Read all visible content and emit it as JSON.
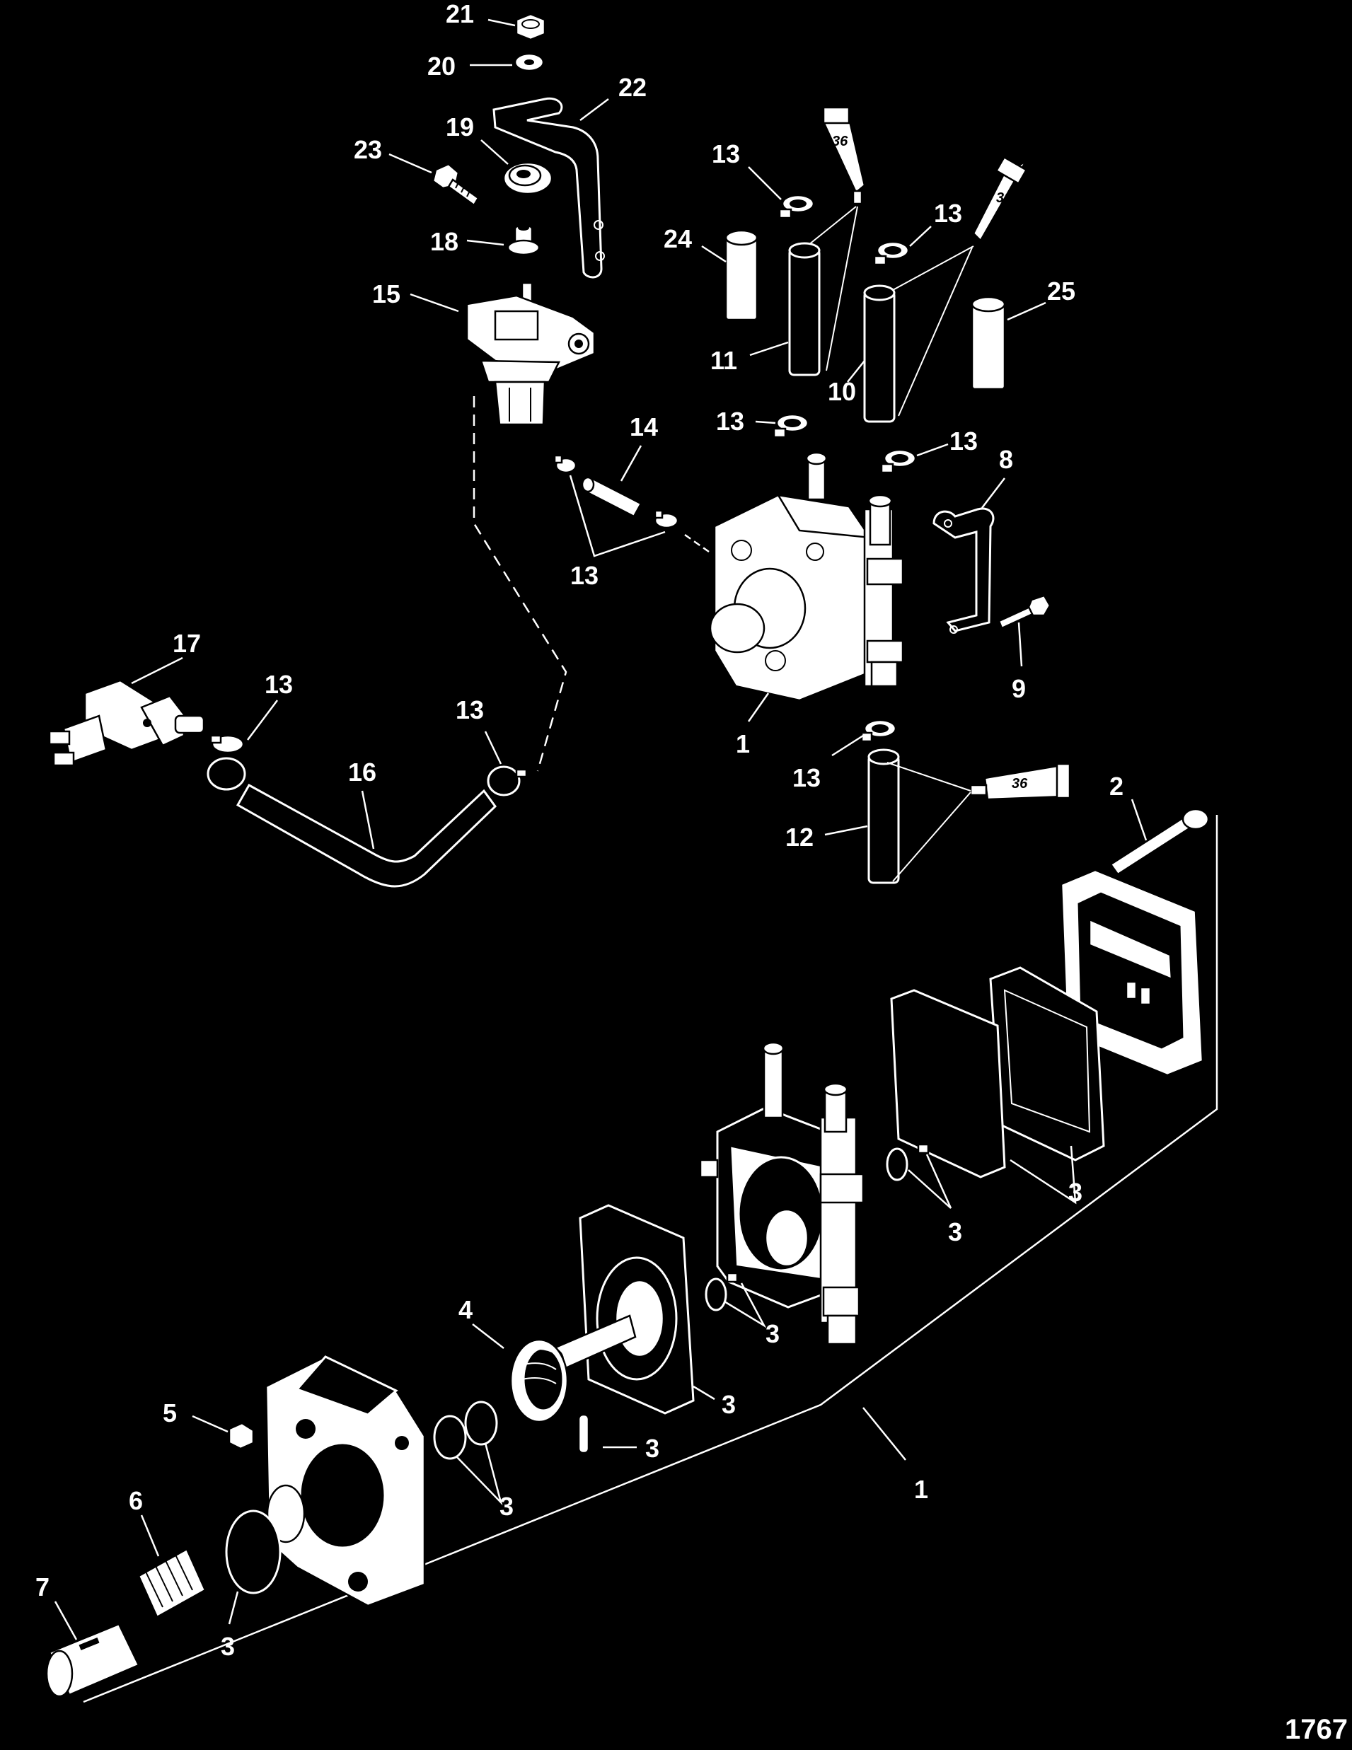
{
  "figure": {
    "number": "1767"
  },
  "callouts": {
    "c21": "21",
    "c20": "20",
    "c22": "22",
    "c23": "23",
    "c19": "19",
    "c18": "18",
    "c15": "15",
    "c13a": "13",
    "c13b": "13",
    "c24": "24",
    "c11": "11",
    "c10": "10",
    "c25": "25",
    "c14": "14",
    "c13c": "13",
    "c13d": "13",
    "c13e": "13",
    "c8": "8",
    "c17": "17",
    "c13f": "13",
    "c13g": "13",
    "c16": "16",
    "c1a": "1",
    "c9": "9",
    "c13h": "13",
    "c12": "12",
    "c2": "2",
    "c3a": "3",
    "c3b": "3",
    "c3c": "3",
    "c3d": "3",
    "c3e": "3",
    "c3f": "3",
    "c3g": "3",
    "c4": "4",
    "c5": "5",
    "c6": "6",
    "c7": "7",
    "c1b": "1"
  },
  "sealant_tubes": {
    "label": "36"
  },
  "icons": [
    "nut-icon",
    "washer-icon",
    "bracket-icon",
    "screw-icon",
    "grommet-icon",
    "fuel-filter-icon",
    "hose-clamp-icon",
    "hose-icon",
    "sealant-tube-icon",
    "fuel-pump-icon",
    "spring-icon",
    "gasket-icon",
    "diaphragm-icon",
    "check-valve-icon",
    "primer-bulb-icon",
    "piston-icon"
  ]
}
